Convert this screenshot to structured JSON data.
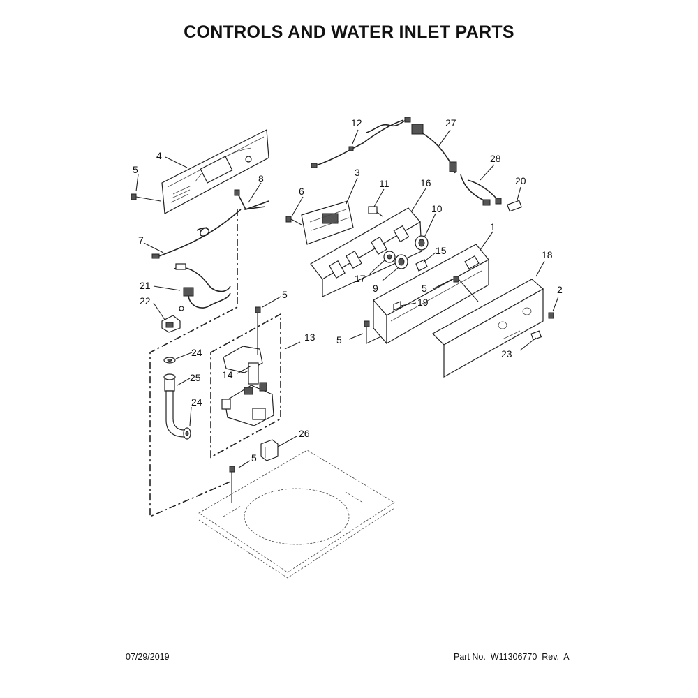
{
  "title": "CONTROLS AND WATER INLET PARTS",
  "footer": {
    "date": "07/29/2019",
    "part_number": "Part No.  W11306770  Rev.  A"
  },
  "callouts": {
    "c1": "1",
    "c2": "2",
    "c3": "3",
    "c4": "4",
    "c5a": "5",
    "c5b": "5",
    "c5c": "5",
    "c5d": "5",
    "c5e": "5",
    "c6": "6",
    "c7": "7",
    "c8": "8",
    "c9": "9",
    "c10": "10",
    "c11": "11",
    "c12": "12",
    "c13": "13",
    "c14": "14",
    "c15": "15",
    "c16": "16",
    "c17": "17",
    "c18": "18",
    "c19": "19",
    "c20": "20",
    "c21": "21",
    "c22": "22",
    "c23": "23",
    "c24a": "24",
    "c24b": "24",
    "c25": "25",
    "c26": "26",
    "c27": "27",
    "c28": "28"
  }
}
